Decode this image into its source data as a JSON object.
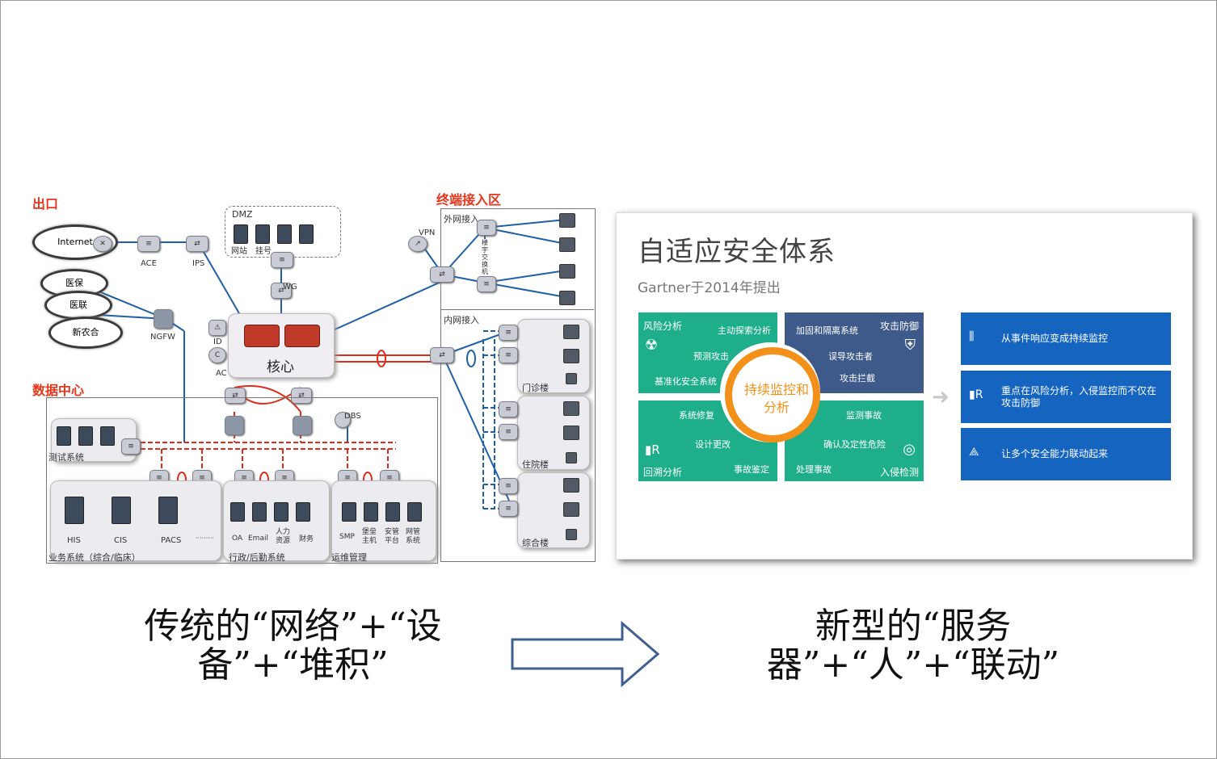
{
  "left_diagram": {
    "zones": {
      "exit": "出口",
      "terminal_access": "终端接入区",
      "data_center": "数据中心",
      "dmz": "DMZ",
      "external_access": "外网接入",
      "internal_access": "内网接入",
      "core": "核心"
    },
    "clouds": [
      "Internet",
      "医保",
      "医联",
      "新农合"
    ],
    "devices": {
      "ace": "ACE",
      "ips": "IPS",
      "ngfw": "NGFW",
      "wg": "WG",
      "vpn": "VPN",
      "dbs": "DBS",
      "ids": "ID",
      "ac": "AC",
      "dmz_website": "网站",
      "dmz_register": "挂号",
      "ext_switch_label": "楼宇交换机"
    },
    "buildings": [
      "门诊楼",
      "住院楼",
      "综合楼"
    ],
    "test_system": "测试系统",
    "business_systems": {
      "label": "业务系统（综合/临床）",
      "items": [
        "HIS",
        "CIS",
        "PACS",
        "·········"
      ]
    },
    "admin_systems": {
      "label": "行政/后勤系统",
      "items": [
        "OA",
        "Email",
        "人力资源",
        "财务"
      ]
    },
    "ops_systems": {
      "label": "运维管理",
      "items": [
        "SMP",
        "堡垒主机",
        "安管平台",
        "网管系统"
      ]
    }
  },
  "right_panel": {
    "title": "自适应安全体系",
    "subtitle": "Gartner于2014年提出",
    "center": "持续监控和分析",
    "quadrants": {
      "top_left": {
        "title": "风险分析",
        "items": [
          "主动探索分析",
          "预测攻击",
          "基准化安全系统"
        ]
      },
      "top_right": {
        "title": "攻击防御",
        "items": [
          "加固和隔离系统",
          "误导攻击者",
          "攻击拦截"
        ]
      },
      "bottom_left": {
        "title": "回溯分析",
        "items": [
          "系统修复",
          "设计更改",
          "事故鉴定"
        ]
      },
      "bottom_right": {
        "title": "入侵检测",
        "items": [
          "监测事故",
          "确认及定性危险",
          "处理事故"
        ]
      }
    },
    "benefits": [
      {
        "icon": "chart-icon",
        "text": "从事件响应变成持续监控"
      },
      {
        "icon": "analysis-icon",
        "text": "重点在风险分析，入侵监控而不仅在攻击防御"
      },
      {
        "icon": "network-icon",
        "text": "让多个安全能力联动起来"
      }
    ],
    "colors": {
      "green": "#1fae8a",
      "navy": "#3d5a8a",
      "orange": "#f39019",
      "blue": "#1565c0"
    }
  },
  "captions": {
    "left_line1": "传统的“网络”+“设",
    "left_line2": "备”+“堆积”",
    "right_line1": "新型的“服务",
    "right_line2": "器”+“人”+“联动”"
  }
}
